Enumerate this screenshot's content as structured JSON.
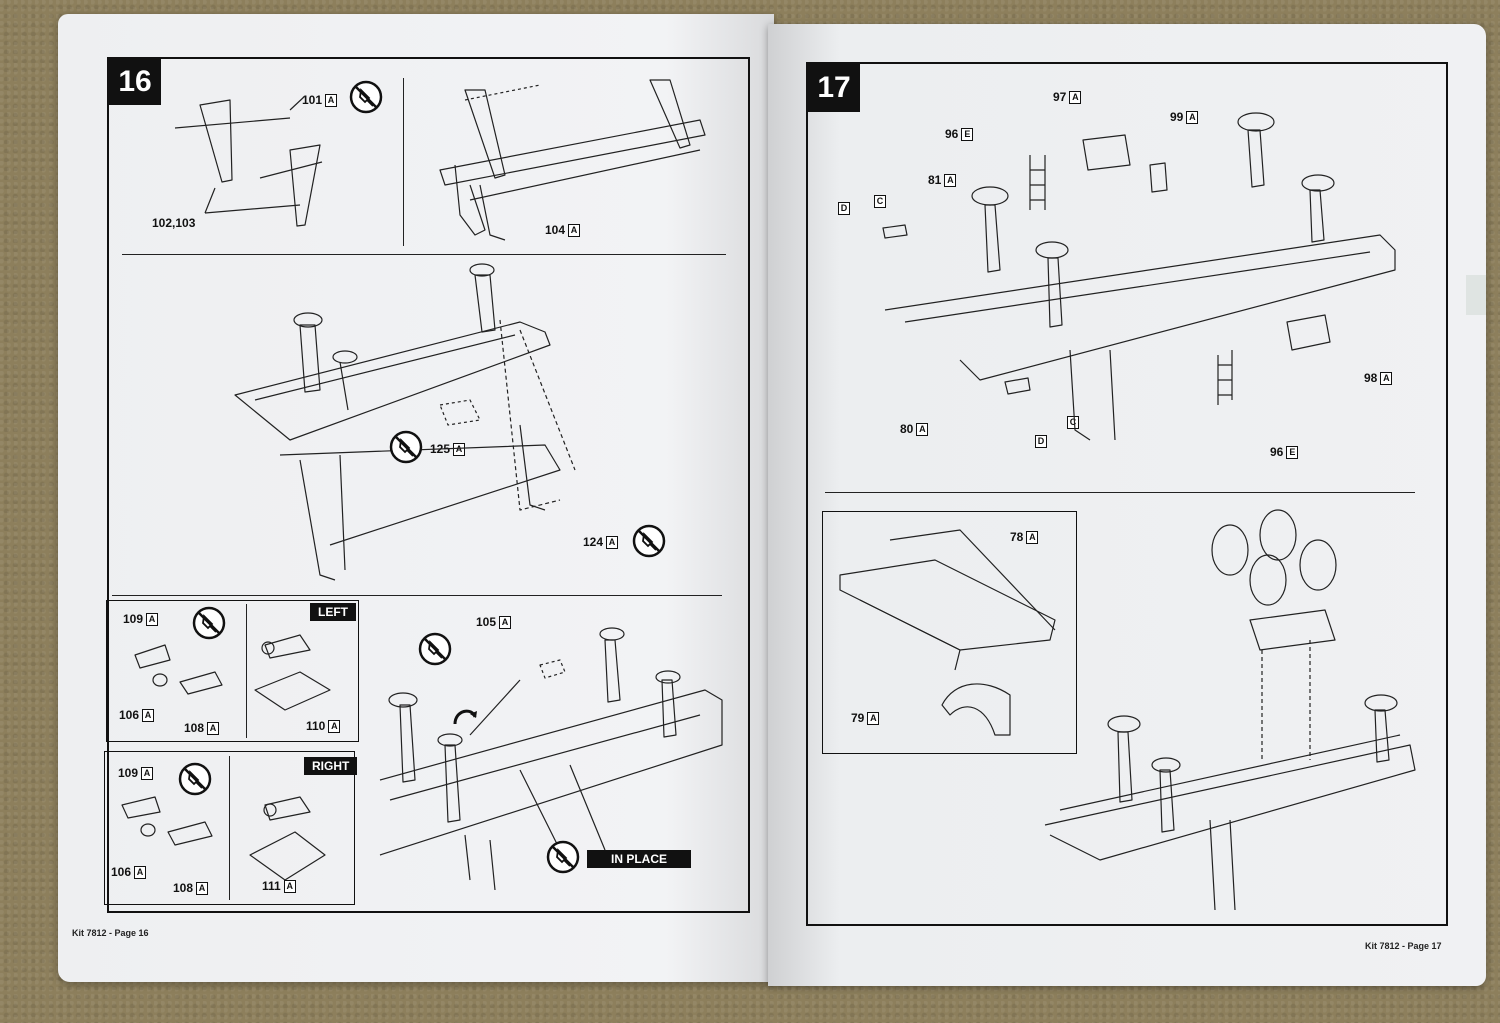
{
  "left_page": {
    "step_number": "16",
    "footer": "Kit 7812 - Page 16",
    "labels": {
      "p101": "101",
      "p101_box": "A",
      "p102_103": "102,103",
      "p104": "104",
      "p104_box": "A",
      "p125": "125",
      "p125_box": "A",
      "p124": "124",
      "p124_box": "A",
      "p105": "105",
      "p105_box": "A",
      "left_109": "109",
      "left_109_box": "A",
      "left_106": "106",
      "left_106_box": "A",
      "left_108": "108",
      "left_108_box": "A",
      "left_110": "110",
      "left_110_box": "A",
      "right_109": "109",
      "right_109_box": "A",
      "right_106": "106",
      "right_106_box": "A",
      "right_108": "108",
      "right_108_box": "A",
      "right_111": "111",
      "right_111_box": "A"
    },
    "tags": {
      "left": "LEFT",
      "right": "RIGHT",
      "in_place": "IN PLACE"
    }
  },
  "right_page": {
    "step_number": "17",
    "footer": "Kit 7812 - Page 17",
    "labels": {
      "p97": "97",
      "p97_box": "A",
      "p99": "99",
      "p99_box": "A",
      "p96_top": "96",
      "p96_top_box": "E",
      "p81": "81",
      "p81_box": "A",
      "d_top": "D",
      "c_top": "C",
      "p98": "98",
      "p98_box": "A",
      "p80": "80",
      "p80_box": "A",
      "c_bottom": "C",
      "d_bottom": "D",
      "p96_bottom": "96",
      "p96_bottom_box": "E",
      "p78": "78",
      "p78_box": "A",
      "p79": "79",
      "p79_box": "A"
    }
  },
  "icons": {
    "no_glue": "no-glue-icon",
    "rotate_arrow": "rotate-arrow-icon"
  }
}
